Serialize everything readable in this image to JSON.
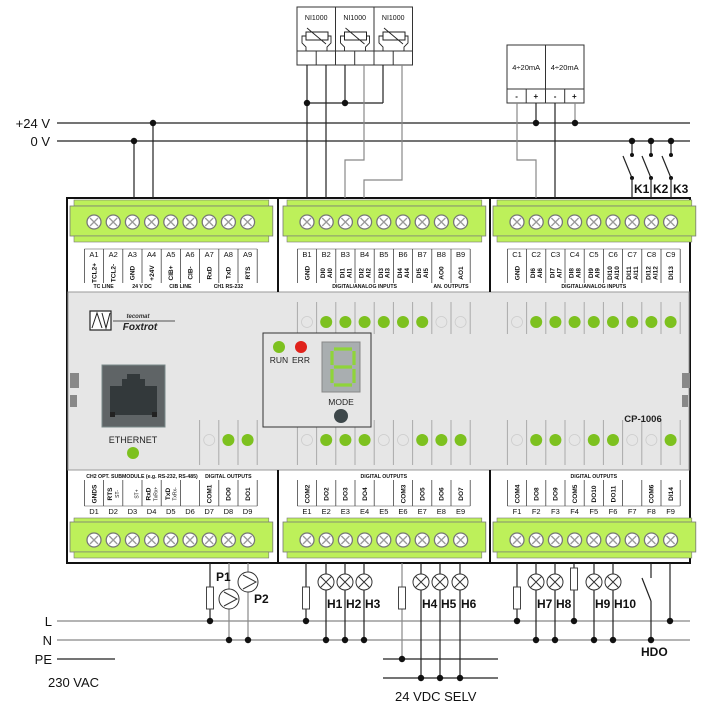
{
  "rails": {
    "plus24": "+24 V",
    "zero": "0 V",
    "L": "L",
    "N": "N",
    "PE": "PE",
    "vac": "230 VAC",
    "selv": "24 VDC SELV"
  },
  "sensors": {
    "ni": [
      "NI1000",
      "NI1000",
      "NI1000"
    ],
    "ma": [
      "4÷20mA",
      "4÷20mA"
    ],
    "ma_pins": [
      "-",
      "+",
      "-",
      "+"
    ]
  },
  "contacts": [
    "K1",
    "K2",
    "K3"
  ],
  "loads": {
    "pumps": [
      "P1",
      "P2"
    ],
    "lamps": [
      "H1",
      "H2",
      "H3",
      "H4",
      "H5",
      "H6",
      "H7",
      "H8",
      "H9",
      "H10"
    ],
    "hdo": "HDO"
  },
  "device": {
    "model": "CP-1006",
    "brand": "Foxtrot",
    "brand_sub": "tecomat",
    "ethernet": "ETHERNET",
    "run": "RUN",
    "err": "ERR",
    "mode": "MODE",
    "display_digit": "8",
    "colors": {
      "terminal_green": "#bdf05a",
      "led_on": "#7dc11f",
      "led_err": "#e0221b",
      "body": "#e6e6e6"
    }
  },
  "terminals": {
    "A": {
      "names": [
        "A1",
        "A2",
        "A3",
        "A4",
        "A5",
        "A6",
        "A7",
        "A8",
        "A9"
      ],
      "signals": [
        [
          "TCL2+"
        ],
        [
          "TCL2-"
        ],
        [
          "GND"
        ],
        [
          "+24V"
        ],
        [
          "CIB+"
        ],
        [
          "CIB-"
        ],
        [
          "RxD"
        ],
        [
          "TxD"
        ],
        [
          "RTS"
        ]
      ],
      "groups": [
        {
          "label": "TC LINE",
          "from": 0,
          "to": 1
        },
        {
          "label": "24 V DC",
          "from": 2,
          "to": 3
        },
        {
          "label": "CIB LINE",
          "from": 4,
          "to": 5
        },
        {
          "label": "CH1 RS-232",
          "from": 6,
          "to": 8
        }
      ]
    },
    "B": {
      "names": [
        "B1",
        "B2",
        "B3",
        "B4",
        "B5",
        "B6",
        "B7",
        "B8",
        "B9"
      ],
      "signals": [
        [
          "GND"
        ],
        [
          "DI0",
          "AI0"
        ],
        [
          "DI1",
          "AI1"
        ],
        [
          "DI2",
          "AI2"
        ],
        [
          "DI3",
          "AI3"
        ],
        [
          "DI4",
          "AI4"
        ],
        [
          "DI5",
          "AI5"
        ],
        [
          "AO0"
        ],
        [
          "AO1"
        ]
      ],
      "groups": [
        {
          "label": "DIGITAL/ANALOG INPUTS",
          "from": 0,
          "to": 6
        },
        {
          "label": "AN. OUTPUTS",
          "from": 7,
          "to": 8
        }
      ]
    },
    "C": {
      "names": [
        "C1",
        "C2",
        "C3",
        "C4",
        "C5",
        "C6",
        "C7",
        "C8",
        "C9"
      ],
      "signals": [
        [
          "GND"
        ],
        [
          "DI6",
          "AI6"
        ],
        [
          "DI7",
          "AI7"
        ],
        [
          "DI8",
          "AI8"
        ],
        [
          "DI9",
          "AI9"
        ],
        [
          "DI10",
          "AI10"
        ],
        [
          "DI11",
          "AI11"
        ],
        [
          "DI12",
          "AI12"
        ],
        [
          "DI13"
        ]
      ],
      "groups": [
        {
          "label": "DIGITAL/ANALOG INPUTS",
          "from": 0,
          "to": 8
        }
      ]
    },
    "D": {
      "names": [
        "D1",
        "D2",
        "D3",
        "D4",
        "D5",
        "D6",
        "D7",
        "D8",
        "D9"
      ],
      "signals": [
        [
          "GNDS"
        ],
        [
          "RTS",
          "ST-"
        ],
        [
          "",
          "ST+"
        ],
        [
          "RxD",
          "TxRx+"
        ],
        [
          "TxD",
          "TxRx-"
        ],
        [
          ""
        ],
        [
          "COM1"
        ],
        [
          "DO0"
        ],
        [
          "DO1"
        ]
      ],
      "groups": [
        {
          "label": "CH2 OPT. SUBMODULE (e.g. RS-232, RS-485)",
          "from": 0,
          "to": 5
        },
        {
          "label": "DIGITAL OUTPUTS",
          "from": 6,
          "to": 8
        }
      ]
    },
    "E": {
      "names": [
        "E1",
        "E2",
        "E3",
        "E4",
        "E5",
        "E6",
        "E7",
        "E8",
        "E9"
      ],
      "signals": [
        [
          "COM2"
        ],
        [
          "DO2"
        ],
        [
          "DO3"
        ],
        [
          "DO4"
        ],
        [
          ""
        ],
        [
          "COM3"
        ],
        [
          "DO5"
        ],
        [
          "DO6"
        ],
        [
          "DO7"
        ]
      ],
      "groups": [
        {
          "label": "DIGITAL OUTPUTS",
          "from": 0,
          "to": 8
        }
      ]
    },
    "F": {
      "names": [
        "F1",
        "F2",
        "F3",
        "F4",
        "F5",
        "F6",
        "F7",
        "F8",
        "F9"
      ],
      "signals": [
        [
          "COM4"
        ],
        [
          "DO8"
        ],
        [
          "DO9"
        ],
        [
          "COM5"
        ],
        [
          "DO10"
        ],
        [
          "DO11"
        ],
        [
          ""
        ],
        [
          "COM6"
        ],
        [
          "DI14"
        ]
      ],
      "groups": [
        {
          "label": "DIGITAL OUTPUTS",
          "from": 0,
          "to": 8
        }
      ]
    }
  },
  "leds": {
    "B": [
      0,
      1,
      1,
      1,
      1,
      1,
      1,
      0,
      0
    ],
    "C": [
      0,
      1,
      1,
      1,
      1,
      1,
      1,
      1,
      1
    ],
    "D": [
      0,
      1,
      1
    ],
    "E": [
      0,
      1,
      1,
      1,
      0,
      0,
      1,
      1,
      1
    ],
    "F": [
      0,
      1,
      1,
      0,
      1,
      1,
      0,
      0,
      1
    ],
    "ethernet": 1,
    "run": 1,
    "err": 1
  }
}
